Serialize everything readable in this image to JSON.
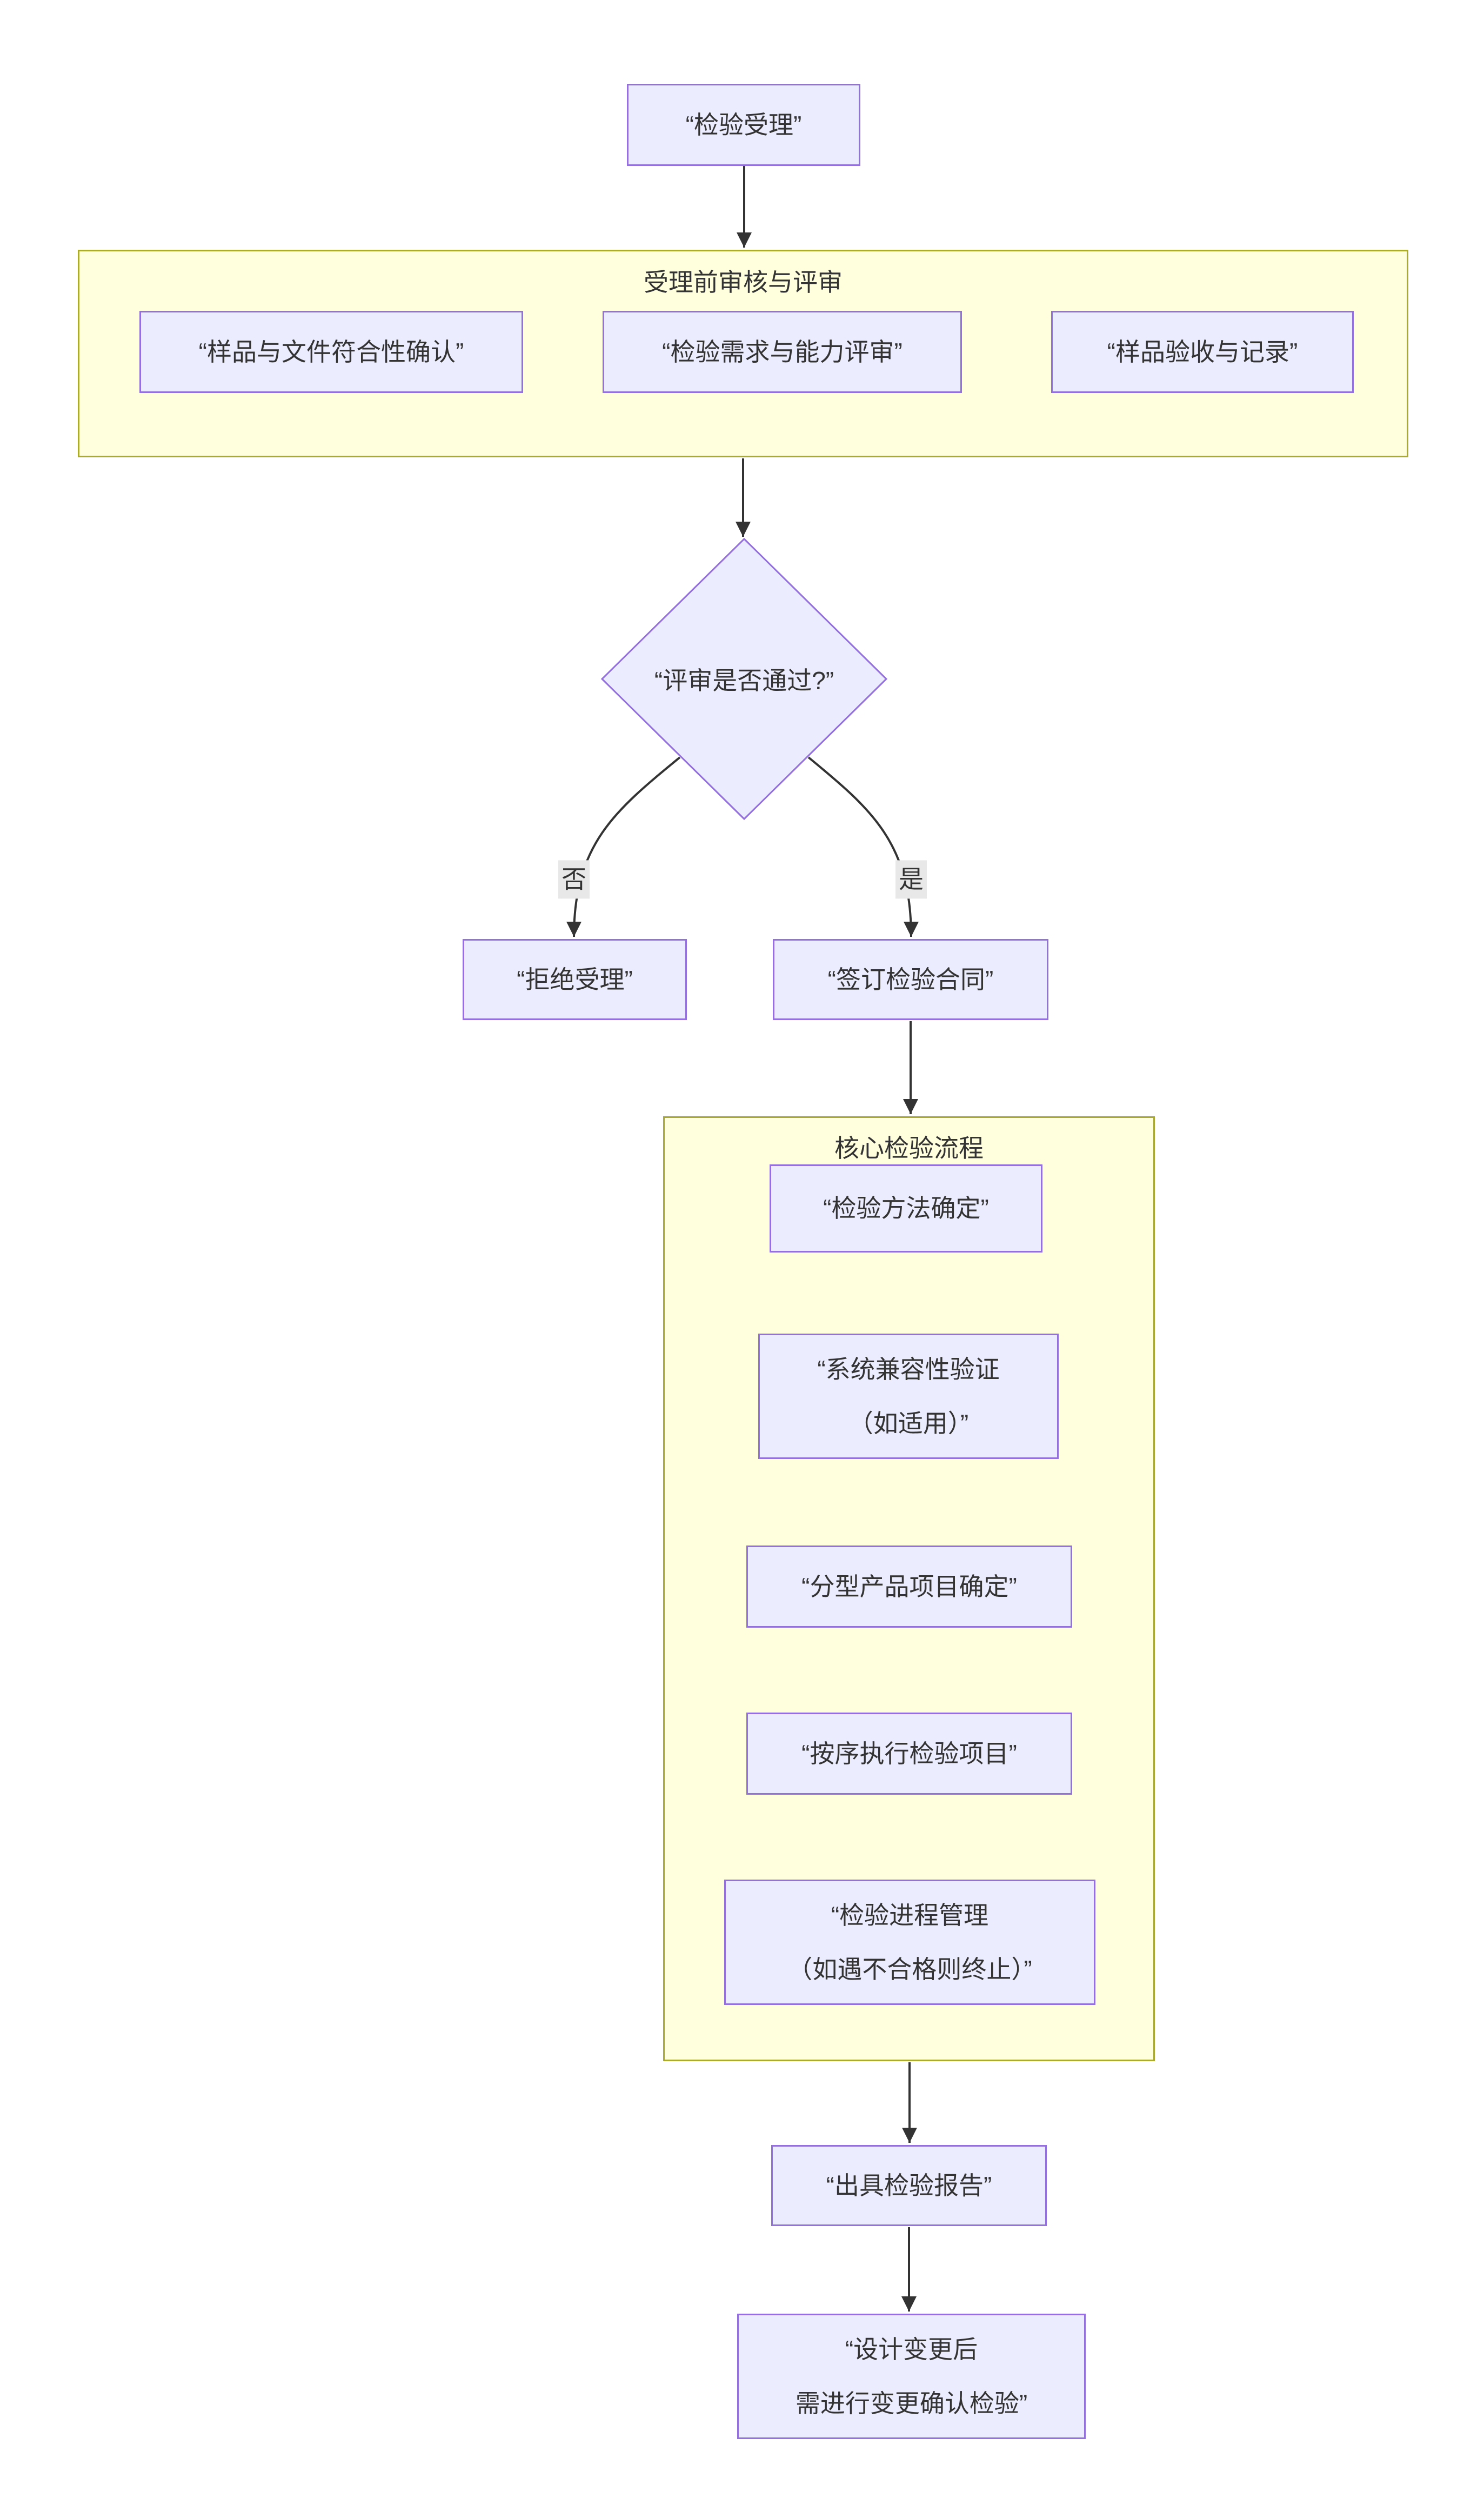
{
  "diagram": {
    "type": "flowchart",
    "direction": "top-down",
    "nodes": {
      "start": {
        "label": "“检验受理”"
      },
      "subgraph1": {
        "title": "受理前审核与评审"
      },
      "sample_doc_check": {
        "label": "“样品与文件符合性确认”"
      },
      "need_ability_review": {
        "label": "“检验需求与能力评审”"
      },
      "sample_record": {
        "label": "“样品验收与记录”"
      },
      "decision": {
        "label": "“评审是否通过?”"
      },
      "reject": {
        "label": "“拒绝受理”"
      },
      "contract": {
        "label": "“签订检验合同”"
      },
      "subgraph2": {
        "title": "核心检验流程"
      },
      "method": {
        "label": "“检验方法确定”"
      },
      "compat": {
        "line1": "“系统兼容性验证",
        "line2": "（如适用）”"
      },
      "typing": {
        "label": "“分型产品项目确定”"
      },
      "execute": {
        "label": "“按序执行检验项目”"
      },
      "progress": {
        "line1": "“检验进程管理",
        "line2": "（如遇不合格则终止）”"
      },
      "report": {
        "label": "“出具检验报告”"
      },
      "change": {
        "line1": "“设计变更后",
        "line2": "需进行变更确认检验”"
      }
    },
    "edge_labels": {
      "no": "否",
      "yes": "是"
    },
    "edges": [
      {
        "from": "start",
        "to": "subgraph1"
      },
      {
        "from": "subgraph1",
        "to": "decision"
      },
      {
        "from": "decision",
        "to": "reject",
        "label": "否"
      },
      {
        "from": "decision",
        "to": "contract",
        "label": "是"
      },
      {
        "from": "contract",
        "to": "subgraph2"
      },
      {
        "from": "subgraph2",
        "to": "report"
      },
      {
        "from": "report",
        "to": "change"
      }
    ],
    "colors": {
      "background": "#FFFFFF",
      "node_fill": "#ECECFF",
      "node_border": "#9370DB",
      "subgraph_fill": "#FFFFDE",
      "subgraph_border": "#AAAA33",
      "edge": "#333333",
      "edge_label_bg": "#E8E8E8",
      "text": "#333333"
    }
  }
}
